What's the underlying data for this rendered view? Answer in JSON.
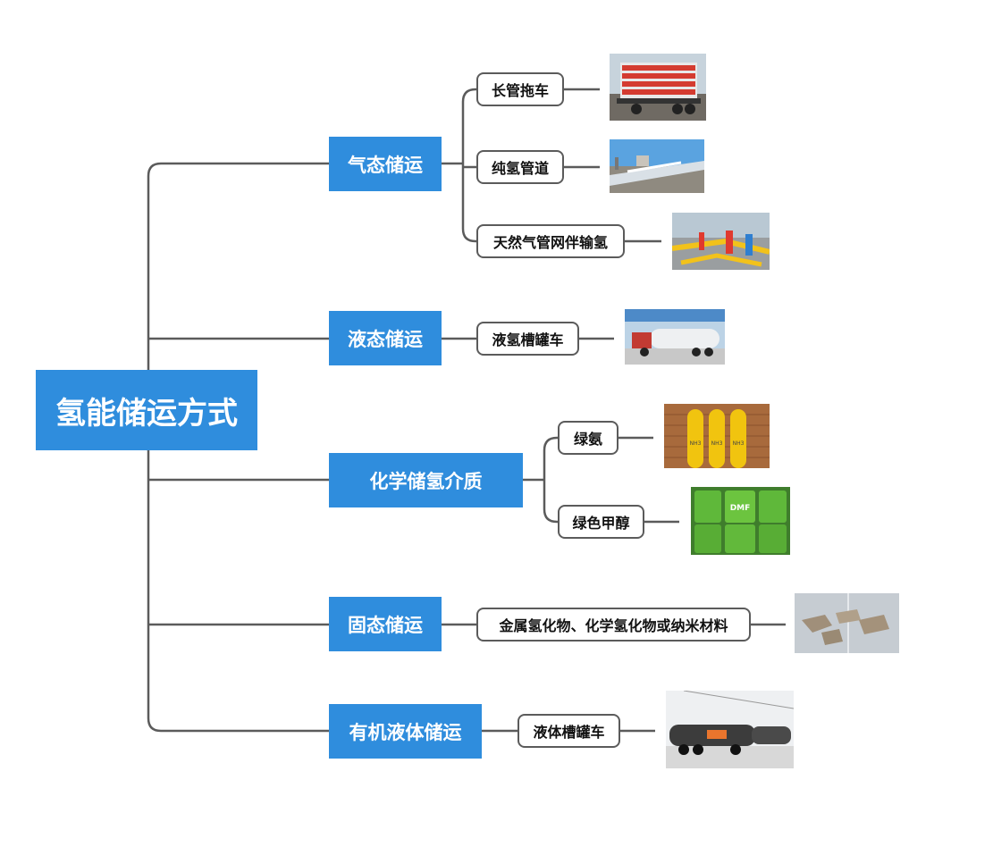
{
  "root": {
    "label": "氢能储运方式"
  },
  "categories": [
    {
      "label": "气态储运",
      "items": [
        {
          "label": "长管拖车",
          "image": "tube-trailer"
        },
        {
          "label": "纯氢管道",
          "image": "hydrogen-pipeline"
        },
        {
          "label": "天然气管网伴输氢",
          "image": "gas-network-station"
        }
      ]
    },
    {
      "label": "液态储运",
      "items": [
        {
          "label": "液氢槽罐车",
          "image": "liquid-hydrogen-tanker"
        }
      ]
    },
    {
      "label": "化学储氢介质",
      "items": [
        {
          "label": "绿氨",
          "image": "ammonia-cylinders",
          "cylinder_text": "NH3"
        },
        {
          "label": "绿色甲醇",
          "image": "methanol-drums",
          "drum_text": "DMF"
        }
      ]
    },
    {
      "label": "固态储运",
      "items": [
        {
          "label": "金属氢化物、化学氢化物或纳米材料",
          "image": "metal-hydride-blocks"
        }
      ]
    },
    {
      "label": "有机液体储运",
      "items": [
        {
          "label": "液体槽罐车",
          "image": "liquid-tanker-trucks"
        }
      ]
    }
  ],
  "colors": {
    "box_blue": "#2F8DDD",
    "line": "#5b5b5b"
  }
}
